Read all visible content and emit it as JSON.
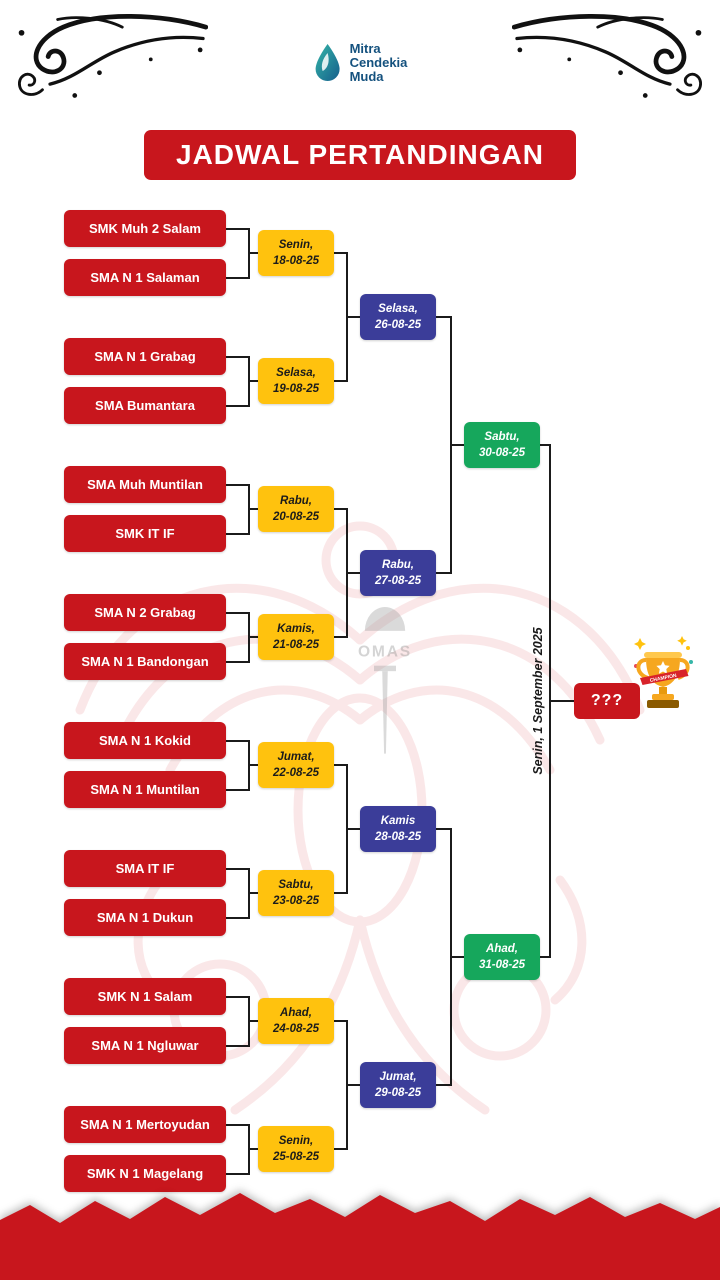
{
  "header": {
    "logo": {
      "line1": "Mitra",
      "line2": "Cendekia",
      "line3": "Muda"
    },
    "title": "JADWAL PERTANDINGAN"
  },
  "bracket": {
    "round1": [
      {
        "team1": "SMK Muh 2 Salam",
        "team2": "SMA N 1 Salaman",
        "day": "Senin,",
        "date": "18-08-25"
      },
      {
        "team1": "SMA N 1 Grabag",
        "team2": "SMA Bumantara",
        "day": "Selasa,",
        "date": "19-08-25"
      },
      {
        "team1": "SMA Muh Muntilan",
        "team2": "SMK IT IF",
        "day": "Rabu,",
        "date": "20-08-25"
      },
      {
        "team1": "SMA N 2 Grabag",
        "team2": "SMA N 1 Bandongan",
        "day": "Kamis,",
        "date": "21-08-25"
      },
      {
        "team1": "SMA N 1 Kokid",
        "team2": "SMA N 1 Muntilan",
        "day": "Jumat,",
        "date": "22-08-25"
      },
      {
        "team1": "SMA IT IF",
        "team2": "SMA N 1 Dukun",
        "day": "Sabtu,",
        "date": "23-08-25"
      },
      {
        "team1": "SMK N 1 Salam",
        "team2": "SMA N 1 Ngluwar",
        "day": "Ahad,",
        "date": "24-08-25"
      },
      {
        "team1": "SMA N 1 Mertoyudan",
        "team2": "SMK N 1 Magelang",
        "day": "Senin,",
        "date": "25-08-25"
      }
    ],
    "round2": [
      {
        "day": "Selasa,",
        "date": "26-08-25"
      },
      {
        "day": "Rabu,",
        "date": "27-08-25"
      },
      {
        "day": "Kamis",
        "date": "28-08-25"
      },
      {
        "day": "Jumat,",
        "date": "29-08-25"
      }
    ],
    "semifinals": [
      {
        "day": "Sabtu,",
        "date": "30-08-25"
      },
      {
        "day": "Ahad,",
        "date": "31-08-25"
      }
    ],
    "final": {
      "date_label": "Senin, 1 September 2025",
      "winner_placeholder": "???",
      "trophy_ribbon": "CHAMPION"
    }
  },
  "watermark": {
    "emblem_text": "OMAS"
  },
  "colors": {
    "primary_red": "#C8161D",
    "accent_yellow": "#FFC20E",
    "accent_blue": "#3B3D99",
    "accent_green": "#16A75C",
    "logo_blue": "#14517E",
    "line_black": "#1b1b1b"
  }
}
